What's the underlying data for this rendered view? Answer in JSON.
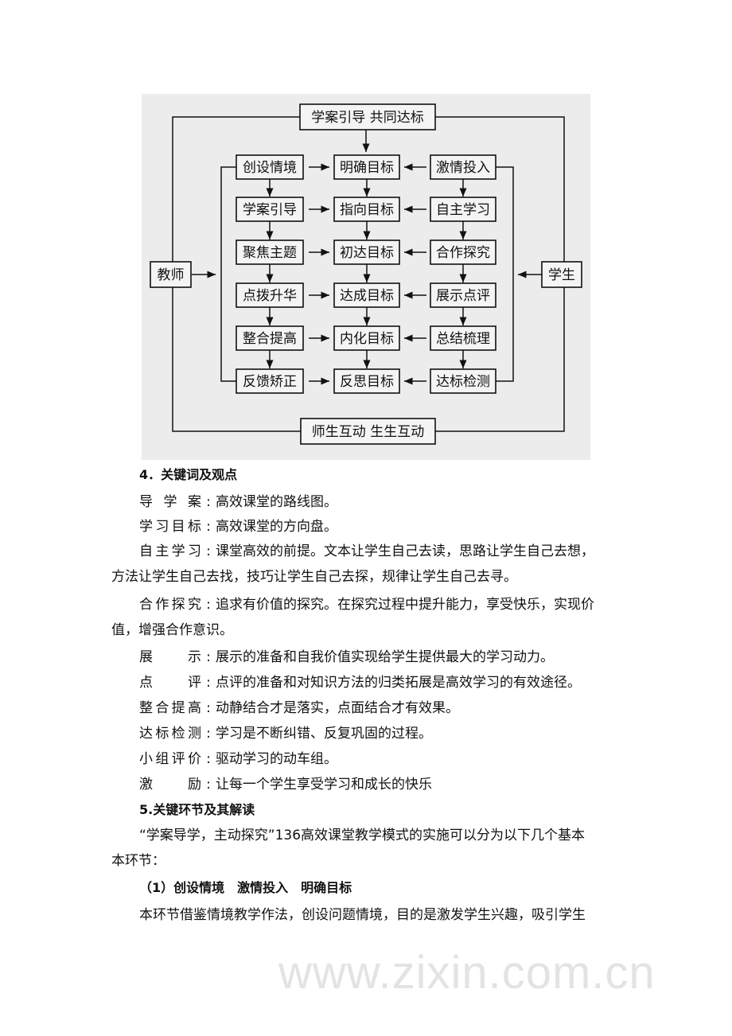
{
  "diagram": {
    "top": "学案引导  共同达标",
    "bottom": "师生互动  生生互动",
    "teacher": "教师",
    "student": "学生",
    "left": [
      "创设情境",
      "学案引导",
      "聚焦主题",
      "点拨升华",
      "整合提高",
      "反馈矫正"
    ],
    "middle": [
      "明确目标",
      "指向目标",
      "初达目标",
      "达成目标",
      "内化目标",
      "反思目标"
    ],
    "right": [
      "激情投入",
      "自主学习",
      "合作探究",
      "展示点评",
      "总结梳理",
      "达标检测"
    ],
    "background": "#ececec"
  },
  "watermark": "www.zixin.com.cn",
  "section4": {
    "heading": "4．关键词及观点",
    "items": [
      {
        "term": "导 学 案",
        "colon": ":",
        "lines": [
          "高效课堂的路线图。"
        ]
      },
      {
        "term": "学习目标",
        "colon": ":",
        "lines": [
          "高效课堂的方向盘。"
        ]
      },
      {
        "term": "自主学习",
        "colon": ":",
        "lines": [
          "课堂高效的前提。文本让学生自己去读，思路让学生自己去想，",
          "方法让学生自己去找，技巧让学生自己去探，规律让学生自己去寻。"
        ]
      },
      {
        "term": "合作探究",
        "colon": ":",
        "lines": [
          "追求有价值的探究。在探究过程中提升能力，享受快乐，实现价",
          "值，增强合作意识。"
        ]
      },
      {
        "term": "展　　示",
        "colon": ":",
        "lines": [
          "展示的准备和自我价值实现给学生提供最大的学习动力。"
        ]
      },
      {
        "term": "点　　评",
        "colon": ":",
        "lines": [
          "点评的准备和对知识方法的归类拓展是高效学习的有效途径。"
        ]
      },
      {
        "term": "整合提高",
        "colon": ":",
        "lines": [
          "动静结合才是落实，点面结合才有效果。"
        ]
      },
      {
        "term": "达标检测",
        "colon": ":",
        "lines": [
          "学习是不断纠错、反复巩固的过程。"
        ]
      },
      {
        "term": "小组评价",
        "colon": ":",
        "lines": [
          "驱动学习的动车组。"
        ]
      },
      {
        "term": "激　　励",
        "colon": ":",
        "lines": [
          "让每一个学生享受学习和成长的快乐"
        ]
      }
    ]
  },
  "section5": {
    "heading": "5.关键环节及其解读",
    "intro": [
      "“学案导学，主动探究”136高效课堂教学模式的实施可以分为以下几个基本",
      "本环节："
    ],
    "step1": "（1）创设情境　激情投入　明确目标",
    "step1_text": "本环节借鉴情境教学作法，创设问题情境，目的是激发学生兴趣，吸引学生"
  }
}
